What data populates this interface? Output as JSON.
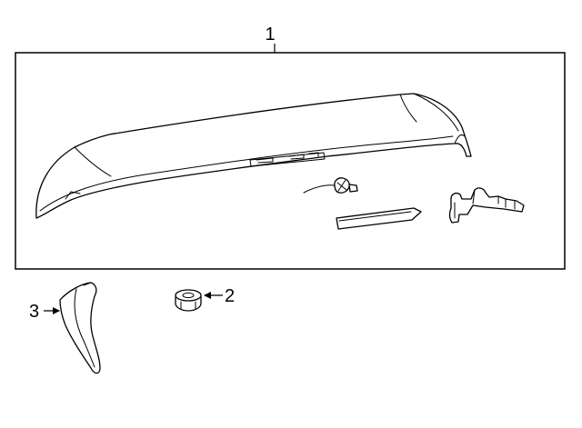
{
  "callouts": {
    "part_1": "1",
    "part_2": "2",
    "part_3": "3"
  },
  "colors": {
    "line": "#000000",
    "fill": "#ffffff"
  }
}
